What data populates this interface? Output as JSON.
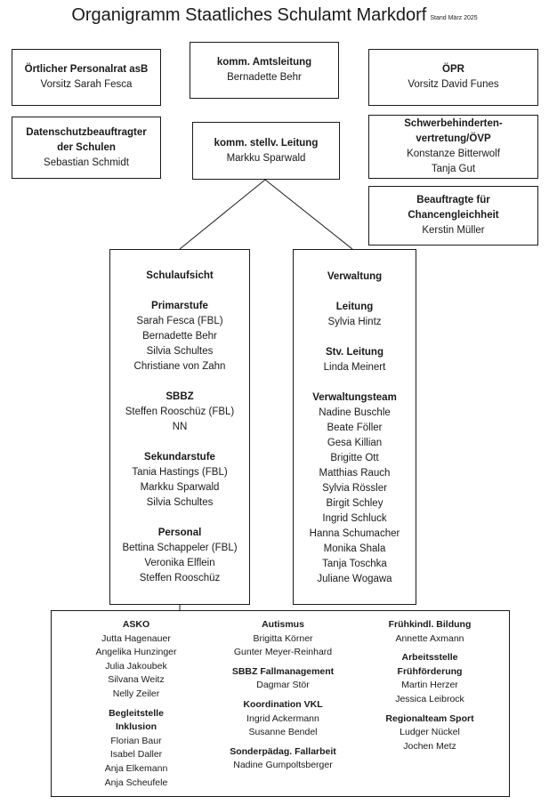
{
  "title": "Organigramm Staatliches Schulamt Markdorf",
  "stand": "Stand März 2025",
  "personalrat": {
    "title": "Örtlicher Personalrat asB",
    "line": "Vorsitz Sarah Fesca"
  },
  "amtsleitung": {
    "title": "komm. Amtsleitung",
    "name": "Bernadette Behr"
  },
  "oepr": {
    "title": "ÖPR",
    "line": "Vorsitz David Funes"
  },
  "datenschutz": {
    "title1": "Datenschutzbeauftragter",
    "title2": "der Schulen",
    "name": "Sebastian Schmidt"
  },
  "stellv": {
    "title": "komm. stellv. Leitung",
    "name": "Markku Sparwald"
  },
  "schwerbehinderten": {
    "title1": "Schwerbehinderten-",
    "title2": "vertretung/ÖVP",
    "names": [
      "Konstanze Bitterwolf",
      "Tanja Gut"
    ]
  },
  "chancen": {
    "title1": "Beauftragte für",
    "title2": "Chancengleichheit",
    "name": "Kerstin Müller"
  },
  "schulaufsicht": {
    "title": "Schulaufsicht",
    "sections": [
      {
        "head": "Primarstufe",
        "names": [
          "Sarah Fesca (FBL)",
          "Bernadette Behr",
          "Silvia Schultes",
          "Christiane von Zahn"
        ]
      },
      {
        "head": "SBBZ",
        "names": [
          "Steffen Rooschüz (FBL)",
          "NN"
        ]
      },
      {
        "head": "Sekundarstufe",
        "names": [
          "Tania Hastings (FBL)",
          "Markku Sparwald",
          "Silvia Schultes"
        ]
      },
      {
        "head": "Personal",
        "names": [
          "Bettina Schappeler (FBL)",
          "Veronika Elflein",
          "Steffen Rooschüz"
        ]
      }
    ]
  },
  "verwaltung": {
    "title": "Verwaltung",
    "sections": [
      {
        "head": "Leitung",
        "names": [
          "Sylvia Hintz"
        ]
      },
      {
        "head": "Stv. Leitung",
        "names": [
          "Linda Meinert"
        ]
      },
      {
        "head": "Verwaltungsteam",
        "names": [
          "Nadine Buschle",
          "Beate Föller",
          "Gesa Killian",
          "Brigitte Ott",
          "Matthias Rauch",
          "Sylvia Rössler",
          "Birgit Schley",
          "Ingrid Schluck",
          "Hanna Schumacher",
          "Monika Shala",
          "Tanja Toschka",
          "Juliane Wogawa"
        ]
      }
    ]
  },
  "bottom": {
    "col1": [
      {
        "head": [
          "ASKO"
        ],
        "names": [
          "Jutta Hagenauer",
          "Angelika Hunzinger",
          "Julia Jakoubek",
          "Silvana Weitz",
          "Nelly Zeiler"
        ]
      },
      {
        "head": [
          "Begleitstelle",
          "Inklusion"
        ],
        "names": [
          "Florian Baur",
          "Isabel Daller",
          "Anja Elkemann",
          "Anja Scheufele"
        ]
      }
    ],
    "col2": [
      {
        "head": [
          "Autismus"
        ],
        "names": [
          "Brigitta Körner",
          "Gunter Meyer-Reinhard"
        ]
      },
      {
        "head": [
          "SBBZ Fallmanagement"
        ],
        "names": [
          "Dagmar Stör"
        ]
      },
      {
        "head": [
          "Koordination VKL"
        ],
        "names": [
          "Ingrid Ackermann",
          "Susanne Bendel"
        ]
      },
      {
        "head": [
          "Sonderpädag. Fallarbeit"
        ],
        "names": [
          "Nadine Gumpoltsberger"
        ]
      }
    ],
    "col3": [
      {
        "head": [
          "Frühkindl. Bildung"
        ],
        "names": [
          "Annette Axmann"
        ]
      },
      {
        "head": [
          "Arbeitsstelle",
          "Frühförderung"
        ],
        "names": [
          "Martin Herzer",
          "Jessica Leibrock"
        ]
      },
      {
        "head": [
          "Regionalteam Sport"
        ],
        "names": [
          "Ludger Nückel",
          "Jochen Metz"
        ]
      }
    ]
  }
}
